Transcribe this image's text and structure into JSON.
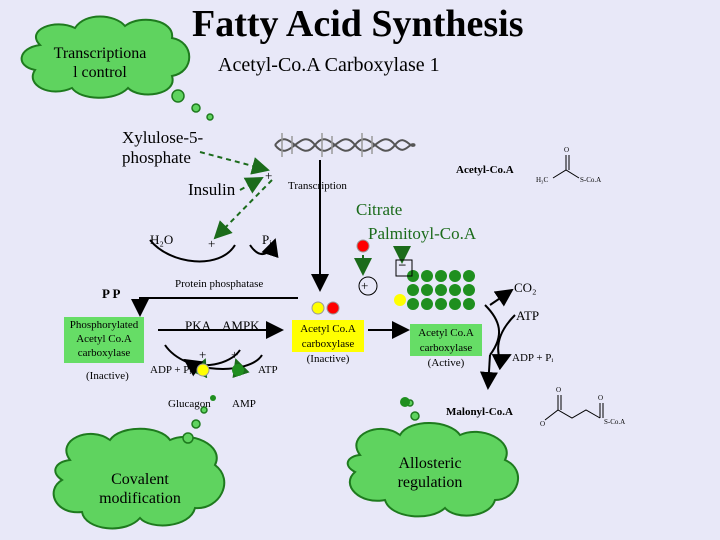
{
  "title": "Fatty Acid Synthesis",
  "subtitle": "Acetyl-Co.A Carboxylase 1",
  "clouds": {
    "transcriptional": [
      "Transcriptiona",
      "l control"
    ],
    "covalent": [
      "Covalent",
      "modification"
    ],
    "allosteric": [
      "Allosteric",
      "regulation"
    ]
  },
  "labels": {
    "xylulose": [
      "Xylulose-5-",
      "phosphate"
    ],
    "insulin": "Insulin",
    "plus_insulin": "+",
    "transcription": "Transcription",
    "acetyl_coa_top": "Acetyl-Co.A",
    "citrate": "Citrate",
    "palmitoyl": "Palmitoyl-Co.A",
    "h2o": "H₂O",
    "plus_h2o": "+",
    "pi_top": "Pᵢ",
    "pp": "P P",
    "protein_phosphatase": "Protein phosphatase",
    "plus_citrate": "+",
    "minus_palmitoyl": "–",
    "co2": "CO₂",
    "phospho_enzyme": [
      "Phosphorylated",
      "Acetyl Co.A",
      "carboxylase"
    ],
    "inactive_left": "(Inactive)",
    "pka": "PKA",
    "ampk": "AMPK",
    "plus_pka": "+",
    "plus_ampk": "+",
    "adp_pi_left": "ADP + Pᵢ",
    "atp_left": "ATP",
    "glucagon": "Glucagon",
    "amp": "AMP",
    "inactive_enzyme": [
      "Acetyl Co.A",
      "carboxylase",
      "(Inactive)"
    ],
    "active_enzyme": [
      "Acetyl Co.A",
      "carboxylase",
      "(Active)"
    ],
    "atp_right": "ATP",
    "adp_pi_right": "ADP + Pᵢ",
    "malonyl": "Malonyl-Co.A"
  },
  "structures": {
    "acetyl_left": "H₃C",
    "acetyl_right": "S-Co.A",
    "acetyl_o": "O",
    "malonyl_o1": "O",
    "malonyl_o2": "O",
    "malonyl_o3": "O",
    "malonyl_scoa": "S-Co.A"
  },
  "colors": {
    "background": "#e8e8f8",
    "cloud_fill": "#5fd35f",
    "cloud_stroke": "#1e7a1e",
    "green_box": "#66dd66",
    "yellow_box": "#ffff00",
    "enzyme_green": "#1f8f1f",
    "arrow_green": "#1b6b1b"
  }
}
